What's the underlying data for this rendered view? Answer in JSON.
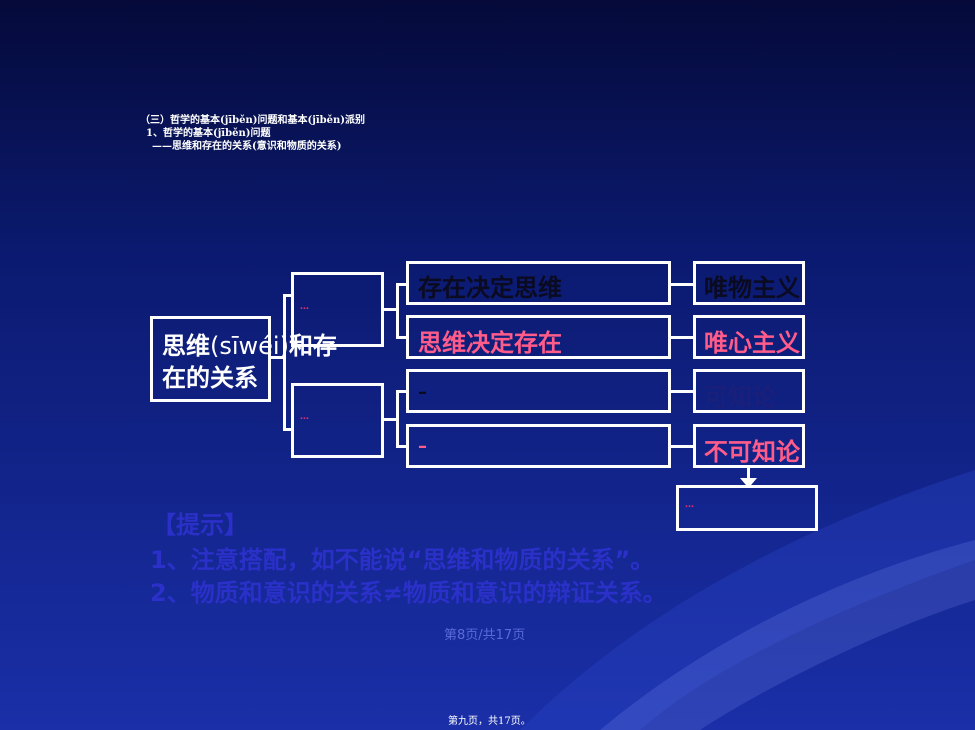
{
  "heading": {
    "line1": "（三）哲学的基本(jīběn)问题和基本(jīběn)派别",
    "line2": "1、哲学的基本(jīběn)问题",
    "line3": "——思维和存在的关系(意识和物质的关系)"
  },
  "main_box": {
    "line1_a": "思维",
    "line1_b": "(sīwéi)",
    "line1_c": "和存",
    "line2": "在的关系"
  },
  "diagram": {
    "mid_mark_top": "…",
    "mid_mark_bottom": "…",
    "row1": {
      "text": "存在决定思维",
      "right": "唯物主义"
    },
    "row2": {
      "text": "思维决定存在",
      "right": "唯心主义"
    },
    "row3": {
      "text": "–",
      "right": "可知论"
    },
    "row4": {
      "text": "–",
      "right": "不可知论"
    },
    "bottom_mark": "…"
  },
  "tip": {
    "title": "【提示】",
    "line1": "1、注意搭配，如不能说“思维和物质的关系”。",
    "line2": "2、物质和意识的关系≠物质和意识的辩证关系。"
  },
  "footer": {
    "page_center": "第8页/共17页",
    "page_bottom": "第九页，共17页。"
  },
  "colors": {
    "background": "#0b1a70",
    "pink": "#ff5c8a",
    "tip_text": "#2a30c8"
  }
}
